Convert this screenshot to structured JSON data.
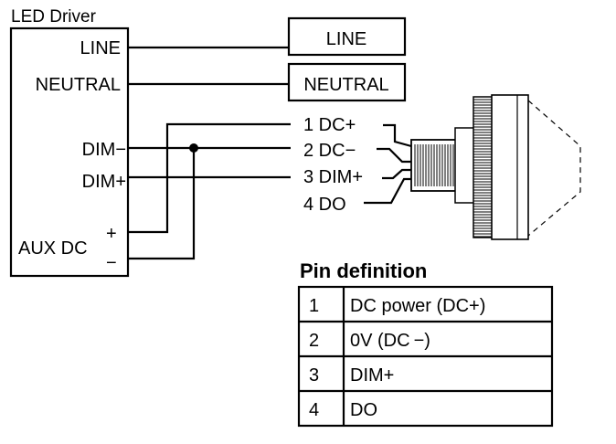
{
  "driver": {
    "title": "LED Driver",
    "terminals": {
      "line": "LINE",
      "neutral": "NEUTRAL",
      "dim_minus": "DIM−",
      "dim_plus": "DIM+",
      "aux_dc": "AUX DC",
      "aux_plus": "+",
      "aux_minus": "−"
    }
  },
  "supply": {
    "line": "LINE",
    "neutral": "NEUTRAL"
  },
  "pins": {
    "p1": "1 DC+",
    "p2": "2 DC−",
    "p3": "3 DIM+",
    "p4": "4 DO"
  },
  "pin_table": {
    "title": "Pin definition",
    "rows": [
      {
        "num": "1",
        "def": "DC power (DC+)"
      },
      {
        "num": "2",
        "def": "0V (DC −)"
      },
      {
        "num": "3",
        "def": "DIM+"
      },
      {
        "num": "4",
        "def": "DO"
      }
    ]
  }
}
